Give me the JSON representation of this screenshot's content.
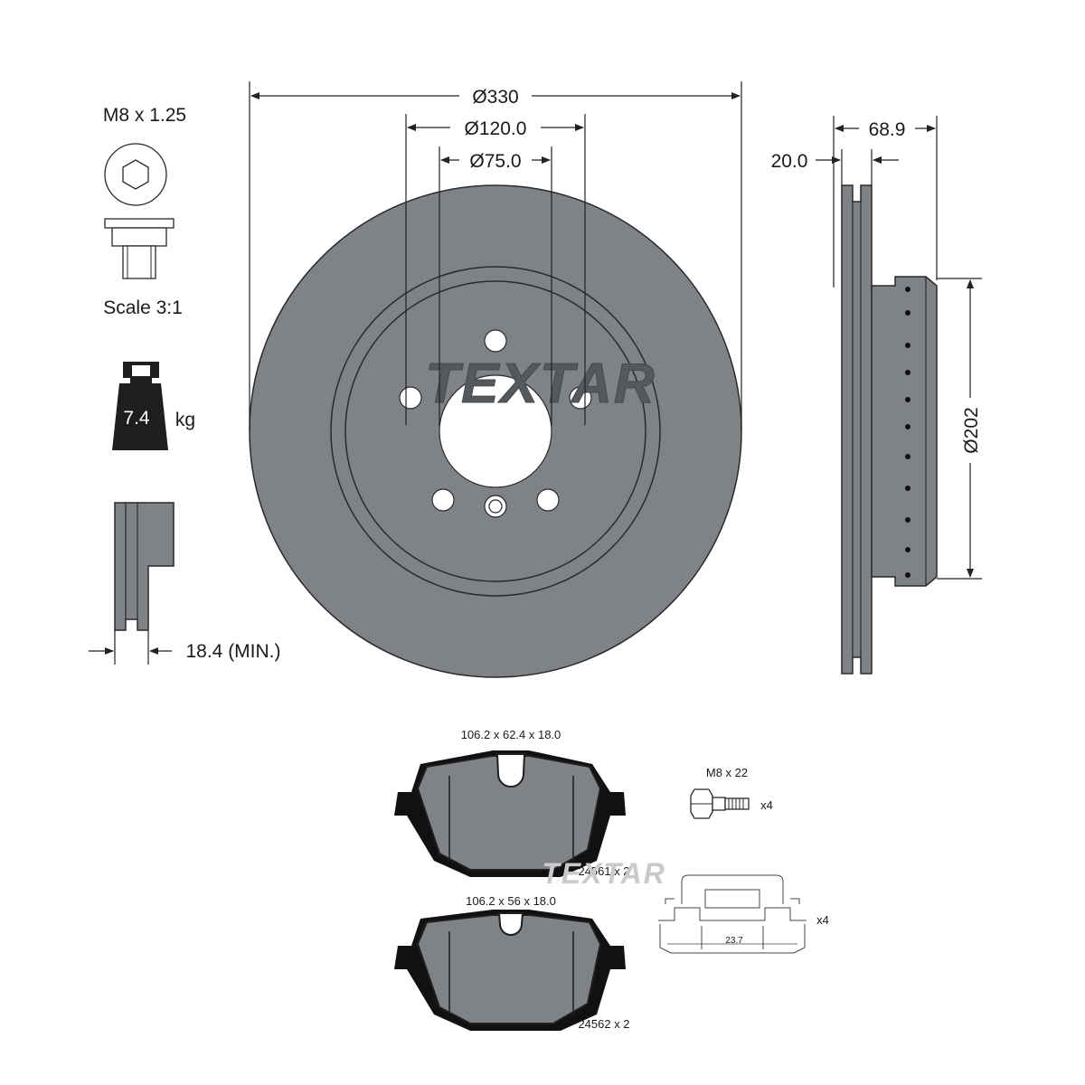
{
  "disc": {
    "outer_diameter": "Ø330",
    "pcd": "Ø120.0",
    "centre_bore": "Ø75.0",
    "total_height": "68.9",
    "thickness": "20.0",
    "inner_diameter": "Ø202",
    "min_thickness": "18.4 (MIN.)",
    "watermark": "TEXTAR"
  },
  "screw": {
    "thread": "M8 x 1.25",
    "scale": "Scale 3:1"
  },
  "weight": {
    "value": "7.4",
    "unit": "kg"
  },
  "pads": {
    "pad1_dims": "106.2 x 62.4 x 18.0",
    "pad1_ref": "24561 x 2",
    "pad2_dims": "106.2 x 56 x 18.0",
    "pad2_ref": "24562 x 2",
    "watermark": "TEXTAR"
  },
  "accessories": {
    "bolt_label": "M8 x 22",
    "bolt_qty": "x4",
    "clip_qty": "x4",
    "clip_dim": "23.7"
  },
  "colors": {
    "part_grey": "#7f8287",
    "outline": "#2a2a2a"
  }
}
